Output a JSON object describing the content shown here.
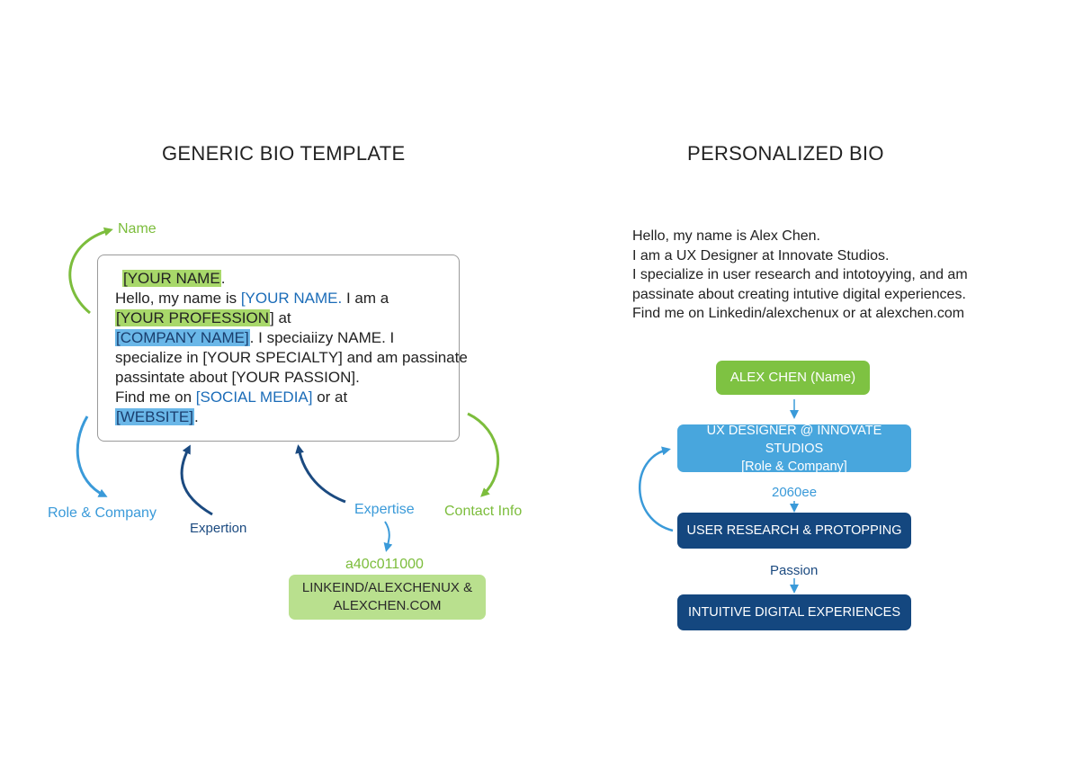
{
  "left": {
    "title": "GENERIC BIO TEMPLATE",
    "template": {
      "line1_hl": "[YOUR NAME",
      "line1_tail": ".",
      "line2_a": "Hello, my name is ",
      "line2_b": "[YOUR NAME.",
      "line2_c": " I am a",
      "line3_hl": "[YOUR PROFESSION",
      "line3_tail": "] at",
      "line4_hl": "[COMPANY NAME]",
      "line4_tail": ".   I speciaiizy NAME. I",
      "line5": "specialize in [YOUR SPECIALTY] and am passinate",
      "line6": "passintate about [YOUR PASSION].",
      "line7_a": "Find me on ",
      "line7_b": "[SOCIAL MEDIA]",
      "line7_c": " or at",
      "line8_hl": "[WEBSITE]",
      "line8_tail": "."
    },
    "labels": {
      "name": "Name",
      "role_company": "Role & Company",
      "expertion": "Expertion",
      "expertise": "Expertise",
      "contact_info": "Contact Info",
      "code": "a40c011000"
    },
    "contact_pill": {
      "line1": "LINKEIND/ALEXCHENUX &",
      "line2": "ALEXCHEN.COM"
    }
  },
  "right": {
    "title": "PERSONALIZED BIO",
    "bio_lines": [
      "Hello, my name is Alex Chen.",
      "I am a UX Designer at Innovate Studios.",
      "I specialize in user research and intotoyying, and am",
      "passinate about creating intutive digital experiences.",
      "Find me on Linkedin/alexchenux or at alexchen.com"
    ],
    "flow": {
      "name_pill": "ALEX CHEN (Name)",
      "role_pill_line1": "UX DESIGNER @ INNOVATE STUDIOS",
      "role_pill_line2": "[Role & Company]",
      "code_label": "2060ee",
      "research_pill": "USER RESEARCH & PROTOPPING",
      "passion_label": "Passion",
      "experience_pill": "INTUITIVE DIGITAL EXPERIENCES"
    }
  },
  "colors": {
    "green": "#7cbd3c",
    "light_blue": "#3a9ad9",
    "dark_blue": "#1b4a80",
    "green_pill": "#7ec242",
    "light_green_pill": "#b9e08e",
    "mid_blue_pill": "#48a6dd",
    "navy_pill": "#14477f"
  }
}
